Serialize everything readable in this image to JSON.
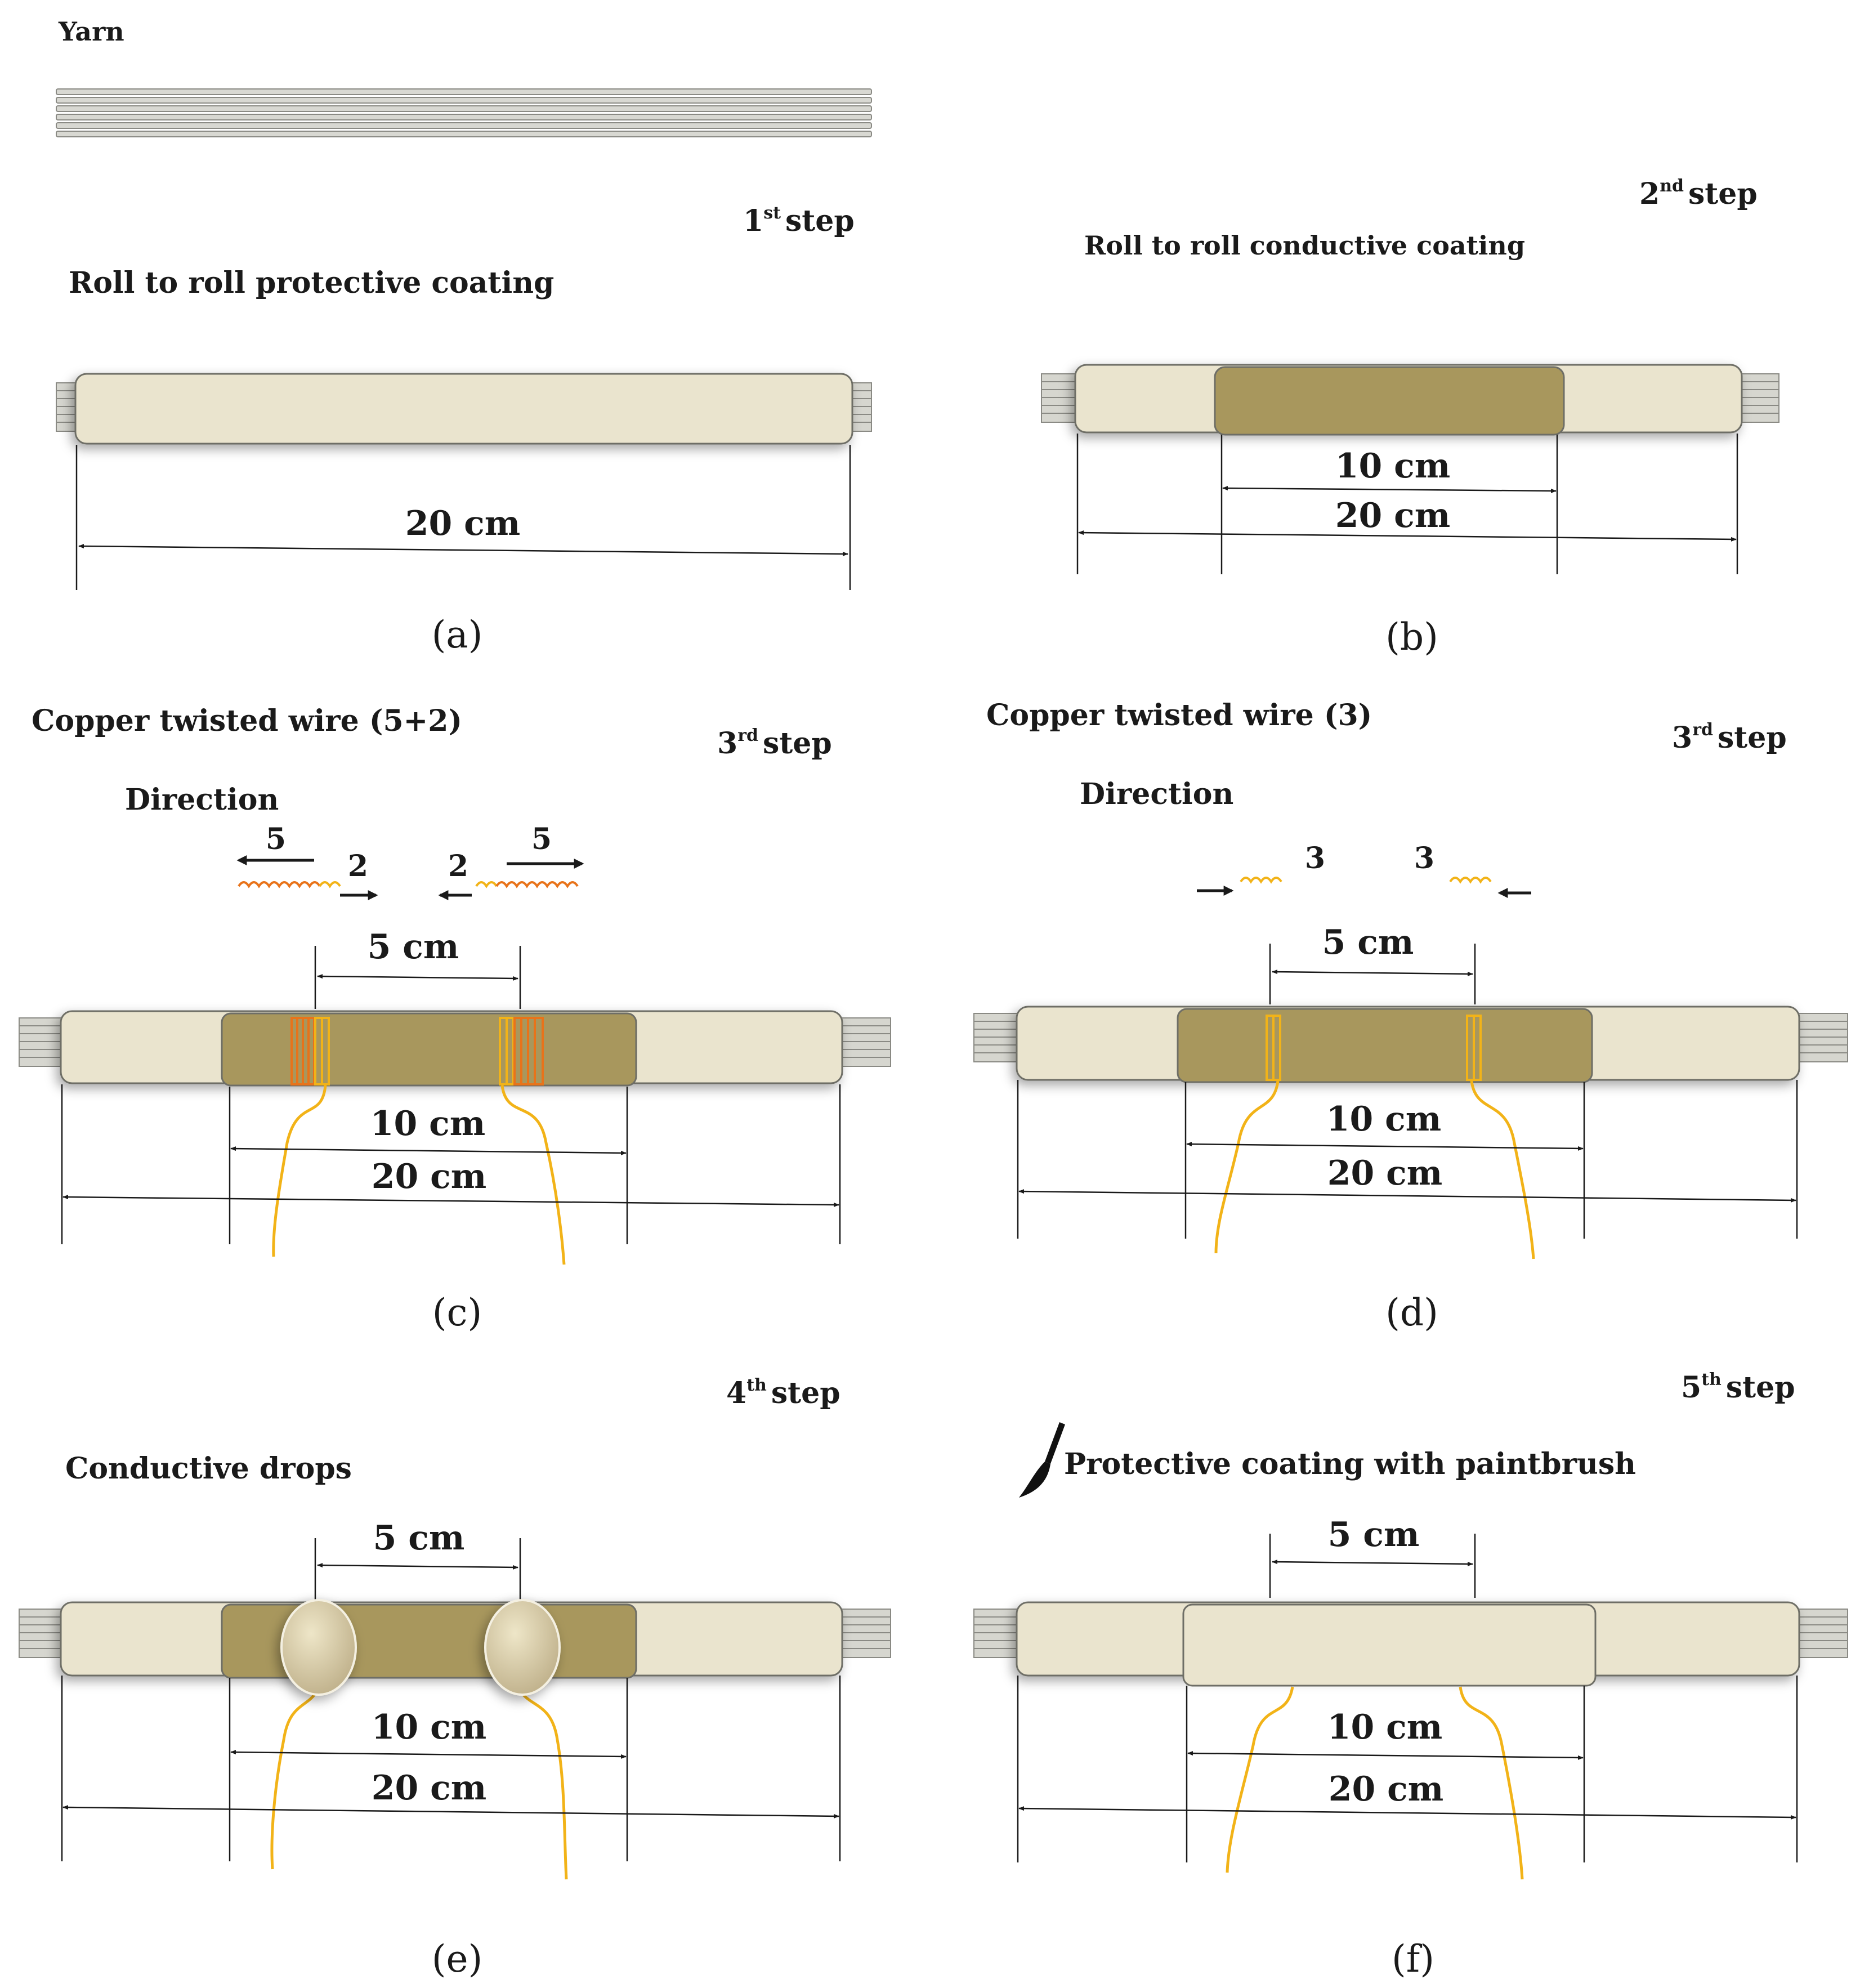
{
  "colors": {
    "coating": "#eae4ce",
    "conductive": "#a8975d",
    "copper_orange": "#e8731a",
    "copper_yellow": "#f2b318",
    "yarn": "#c6c6c0"
  },
  "top": {
    "yarn_label": "Yarn"
  },
  "panels": {
    "a": {
      "step_num": "1",
      "step_sup": "st",
      "step_word": "step",
      "title": "Roll to roll protective coating",
      "dim_outer": "20 cm",
      "label": "(a)"
    },
    "b": {
      "step_num": "2",
      "step_sup": "nd",
      "step_word": "step",
      "title": "Roll to roll conductive coating",
      "dim_inner": "10 cm",
      "dim_outer": "20 cm",
      "label": "(b)"
    },
    "c": {
      "title": "Copper twisted wire (5+2)",
      "step_num": "3",
      "step_sup": "rd",
      "step_word": "step",
      "direction": "Direction",
      "n_left_outer": "5",
      "n_left_inner": "2",
      "n_right_inner": "2",
      "n_right_outer": "5",
      "dim_wire": "5 cm",
      "dim_inner": "10 cm",
      "dim_outer": "20 cm",
      "label": "(c)"
    },
    "d": {
      "title": "Copper twisted wire (3)",
      "step_num": "3",
      "step_sup": "rd",
      "step_word": "step",
      "direction": "Direction",
      "n_left": "3",
      "n_right": "3",
      "dim_wire": "5 cm",
      "dim_inner": "10 cm",
      "dim_outer": "20 cm",
      "label": "(d)"
    },
    "e": {
      "step_num": "4",
      "step_sup": "th",
      "step_word": "step",
      "title": "Conductive drops",
      "dim_wire": "5 cm",
      "dim_inner": "10 cm",
      "dim_outer": "20 cm",
      "label": "(e)"
    },
    "f": {
      "step_num": "5",
      "step_sup": "th",
      "step_word": "step",
      "title": "Protective coating with paintbrush",
      "dim_wire": "5 cm",
      "dim_inner": "10 cm",
      "dim_outer": "20 cm",
      "label": "(f)"
    }
  }
}
